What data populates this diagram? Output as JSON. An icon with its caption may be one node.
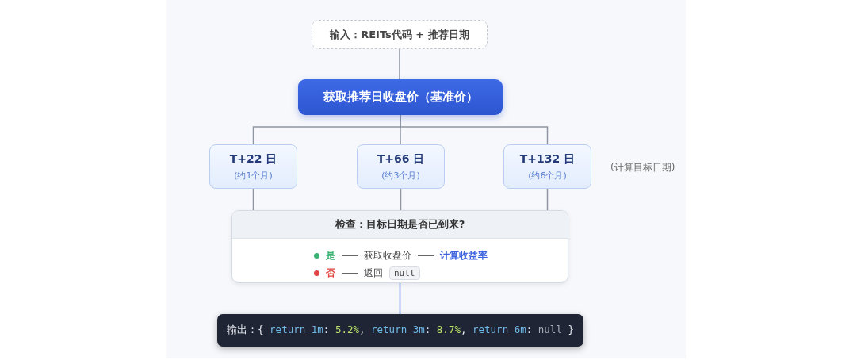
{
  "diagram": {
    "nodes": [
      {
        "text": [
          "输入：REITs代码 + 推荐日期"
        ]
      },
      {
        "text": [
          "获取推荐日收盘价（基准价）"
        ]
      },
      {
        "text": [
          "T+22 日",
          "(约1个月)"
        ]
      },
      {
        "text": [
          "T+66 日",
          "(约3个月)"
        ]
      },
      {
        "text": [
          "T+132 日",
          "(约6个月)"
        ]
      },
      {
        "text": [
          "检查：目标日期是否已到来?",
          "是",
          "获取收盘价",
          "计算收益率",
          "否",
          "返回",
          "null"
        ]
      },
      {
        "text": [
          "输出：{ return_1m: 5.2%, return_3m: 8.7%, return_6m: null }"
        ]
      }
    ],
    "edges": [
      {
        "from": 0,
        "to": 1,
        "arrow": "none"
      },
      {
        "from": 1,
        "to": 2,
        "arrow": "none"
      },
      {
        "from": 1,
        "to": 3,
        "arrow": "none"
      },
      {
        "from": 1,
        "to": 4,
        "arrow": "none"
      },
      {
        "from": 2,
        "to": 5,
        "arrow": "none"
      },
      {
        "from": 3,
        "to": 5,
        "arrow": "none"
      },
      {
        "from": 4,
        "to": 5,
        "arrow": "none"
      },
      {
        "from": 5,
        "to": 6,
        "arrow": "none",
        "color": "#4f7fe8"
      }
    ],
    "labels": [
      "(计算目标日期)"
    ]
  }
}
